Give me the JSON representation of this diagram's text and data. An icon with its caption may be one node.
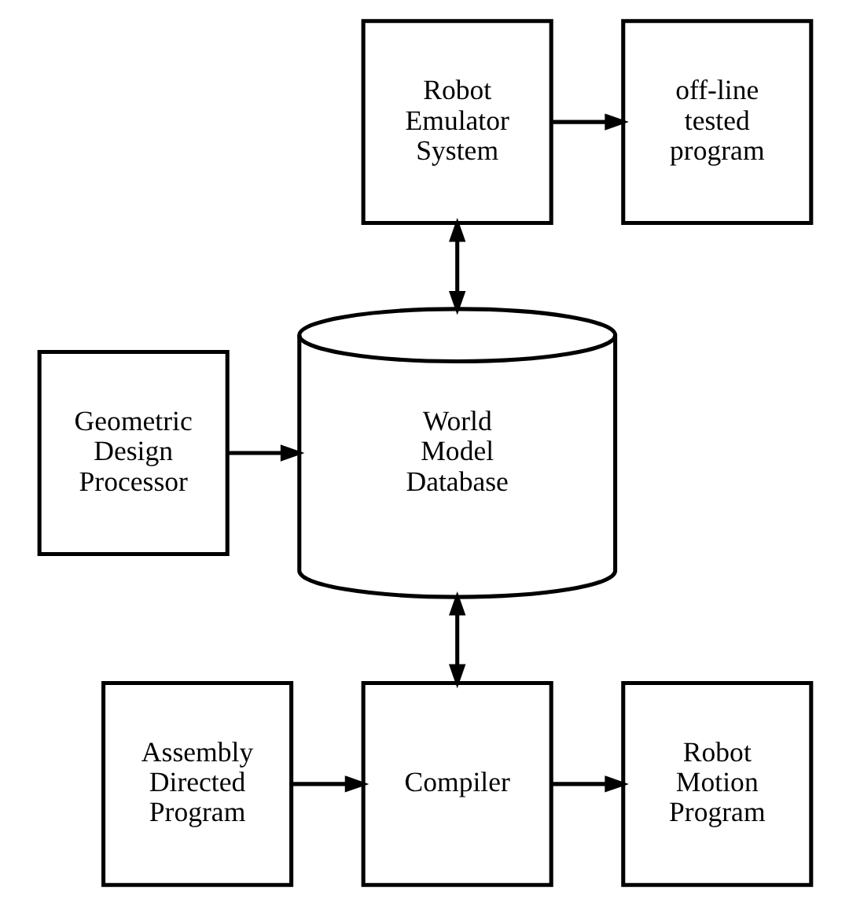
{
  "diagram": {
    "nodes": [
      {
        "text": [
          "Robot Emulator System"
        ]
      },
      {
        "text": [
          "off-line tested program"
        ]
      },
      {
        "text": [
          "Geometric Design Processor"
        ]
      },
      {
        "text": [
          "World Model Database"
        ]
      },
      {
        "text": [
          "Assembly Directed Program"
        ]
      },
      {
        "text": [
          "Compiler"
        ]
      },
      {
        "text": [
          "Robot Motion Program"
        ]
      }
    ],
    "edges": [
      {
        "from": 0,
        "to": 1,
        "arrow": "to"
      },
      {
        "from": 0,
        "to": 3,
        "arrow": "both"
      },
      {
        "from": 2,
        "to": 3,
        "arrow": "to"
      },
      {
        "from": 3,
        "to": 5,
        "arrow": "both"
      },
      {
        "from": 4,
        "to": 5,
        "arrow": "to"
      },
      {
        "from": 5,
        "to": 6,
        "arrow": "to"
      }
    ]
  }
}
